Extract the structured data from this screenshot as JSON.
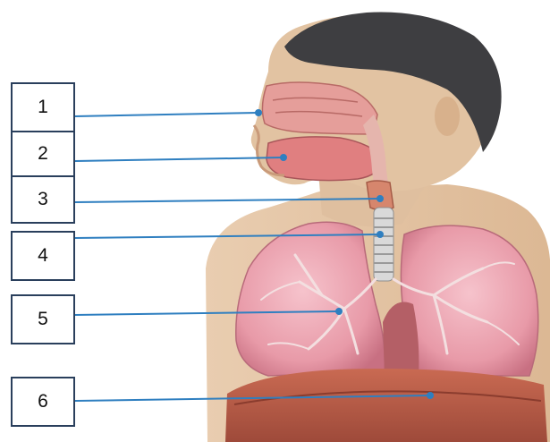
{
  "labels": [
    {
      "number": "1",
      "target": "nasal-cavity"
    },
    {
      "number": "2",
      "target": "oral-cavity"
    },
    {
      "number": "3",
      "target": "larynx"
    },
    {
      "number": "4",
      "target": "trachea"
    },
    {
      "number": "5",
      "target": "bronchi-lung"
    },
    {
      "number": "6",
      "target": "diaphragm"
    }
  ],
  "colors": {
    "box_border": "#2a3f5c",
    "leader_line": "#2f7fc0",
    "skin": "#e7c7a8",
    "hair": "#3d3d3f",
    "lung": "#e79aa8",
    "trachea": "#d7d7d7",
    "diaphragm": "#b85a48"
  }
}
